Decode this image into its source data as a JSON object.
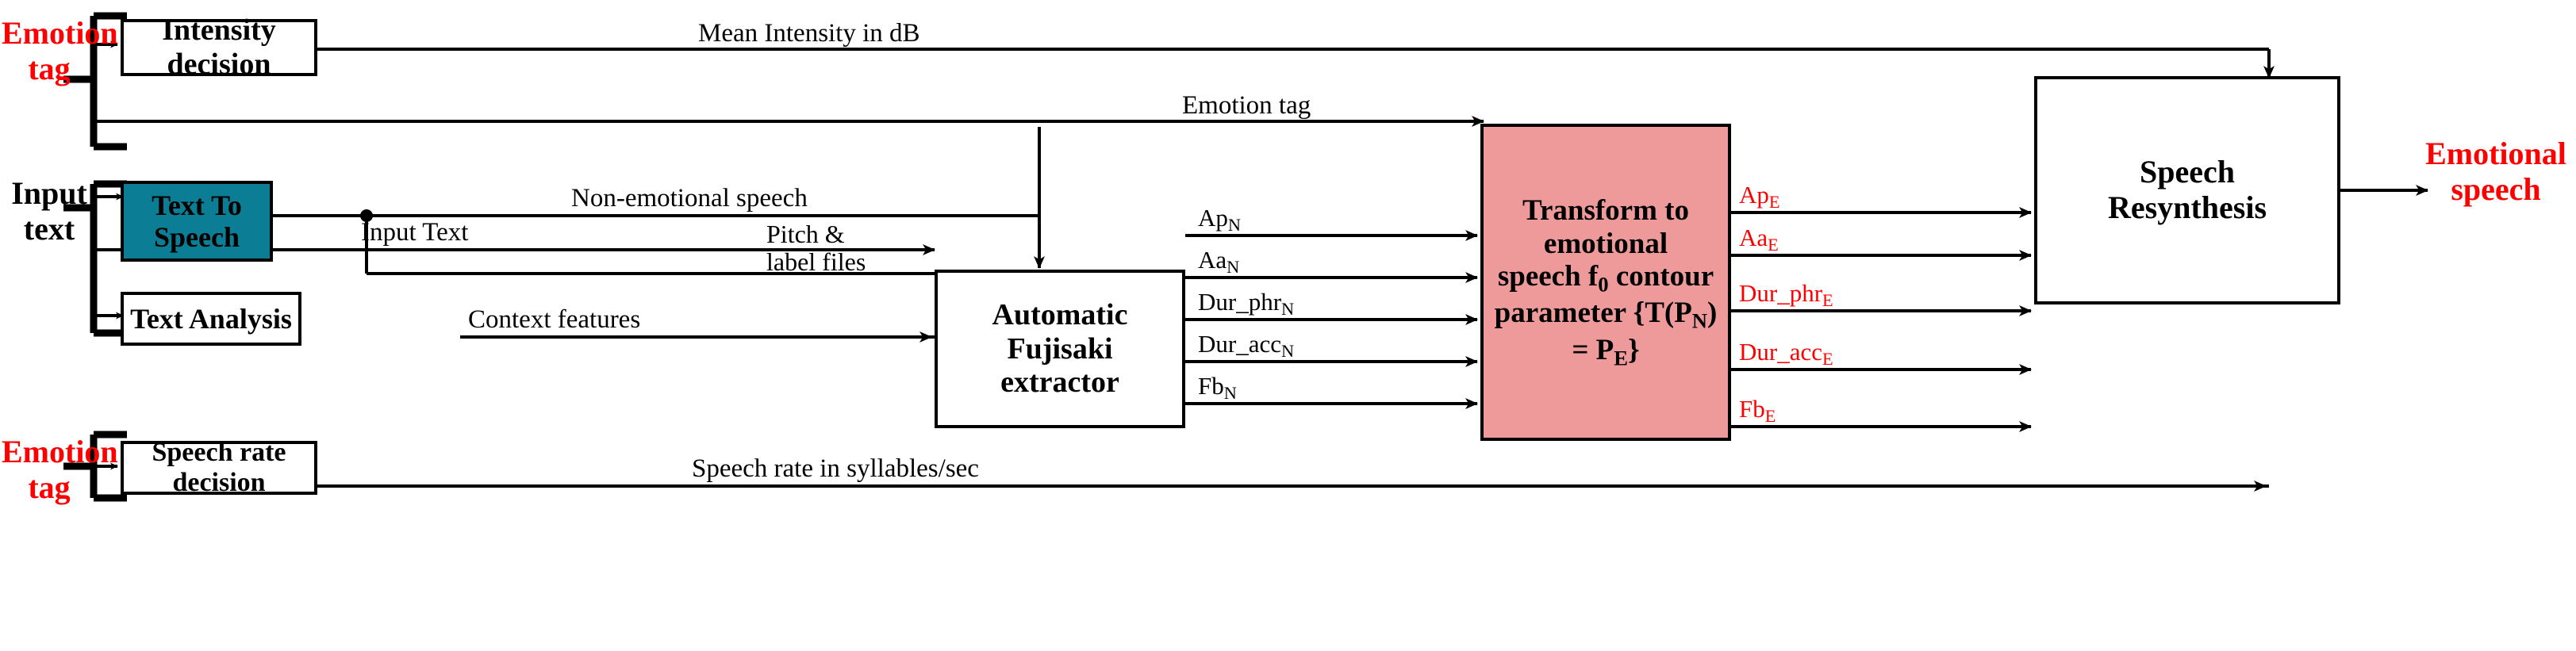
{
  "diagram": {
    "title": "Emotional speech synthesis block diagram",
    "colors": {
      "tts_fill": "#0b7d94",
      "transform_fill": "#ef9a9a",
      "accent_red": "#ff0000",
      "line": "#000000",
      "background": "#ffffff"
    }
  },
  "inputs": {
    "emotion_tag_top": {
      "line1": "Emotion",
      "line2": "tag"
    },
    "input_text": {
      "line1": "Input",
      "line2": "text"
    },
    "emotion_tag_bottom": {
      "line1": "Emotion",
      "line2": "tag"
    }
  },
  "outputs": {
    "emotional_speech": {
      "line1": "Emotional",
      "line2": "speech"
    }
  },
  "blocks": {
    "intensity_decision": {
      "label": "Intensity decision"
    },
    "text_to_speech": {
      "line1": "Text To",
      "line2": "Speech"
    },
    "text_analysis": {
      "label": "Text Analysis"
    },
    "speech_rate_decision": {
      "label": "Speech rate decision"
    },
    "fujisaki_extractor": {
      "line1": "Automatic",
      "line2": "Fujisaki",
      "line3": "extractor"
    },
    "transform": {
      "line1": "Transform to emotional",
      "line2_a": "speech f",
      "line2_sub": "0",
      "line2_b": " contour",
      "line3_a": "parameter {T(P",
      "line3_sub1": "N",
      "line3_b": ") = P",
      "line3_sub2": "E",
      "line3_c": "}"
    },
    "speech_resynthesis": {
      "line1": "Speech",
      "line2": "Resynthesis"
    }
  },
  "edge_labels": {
    "mean_intensity": "Mean Intensity in dB",
    "emotion_tag_wire": "Emotion tag",
    "non_emotional_speech": "Non-emotional speech",
    "pitch_label_files": {
      "line1": "Pitch &",
      "line2": "label files"
    },
    "input_text_wire": "Input Text",
    "context_features": "Context features",
    "speech_rate_wire": "Speech rate in syllables/sec"
  },
  "fujisaki_outputs": [
    {
      "base": "Ap",
      "sub": "N"
    },
    {
      "base": "Aa",
      "sub": "N"
    },
    {
      "base": "Dur_phr",
      "sub": "N"
    },
    {
      "base": "Dur_acc",
      "sub": "N"
    },
    {
      "base": "Fb",
      "sub": "N"
    }
  ],
  "transform_outputs": [
    {
      "base": "Ap",
      "sub": "E"
    },
    {
      "base": "Aa",
      "sub": "E"
    },
    {
      "base": "Dur_phr",
      "sub": "E"
    },
    {
      "base": "Dur_acc",
      "sub": "E"
    },
    {
      "base": "Fb",
      "sub": "E"
    }
  ]
}
